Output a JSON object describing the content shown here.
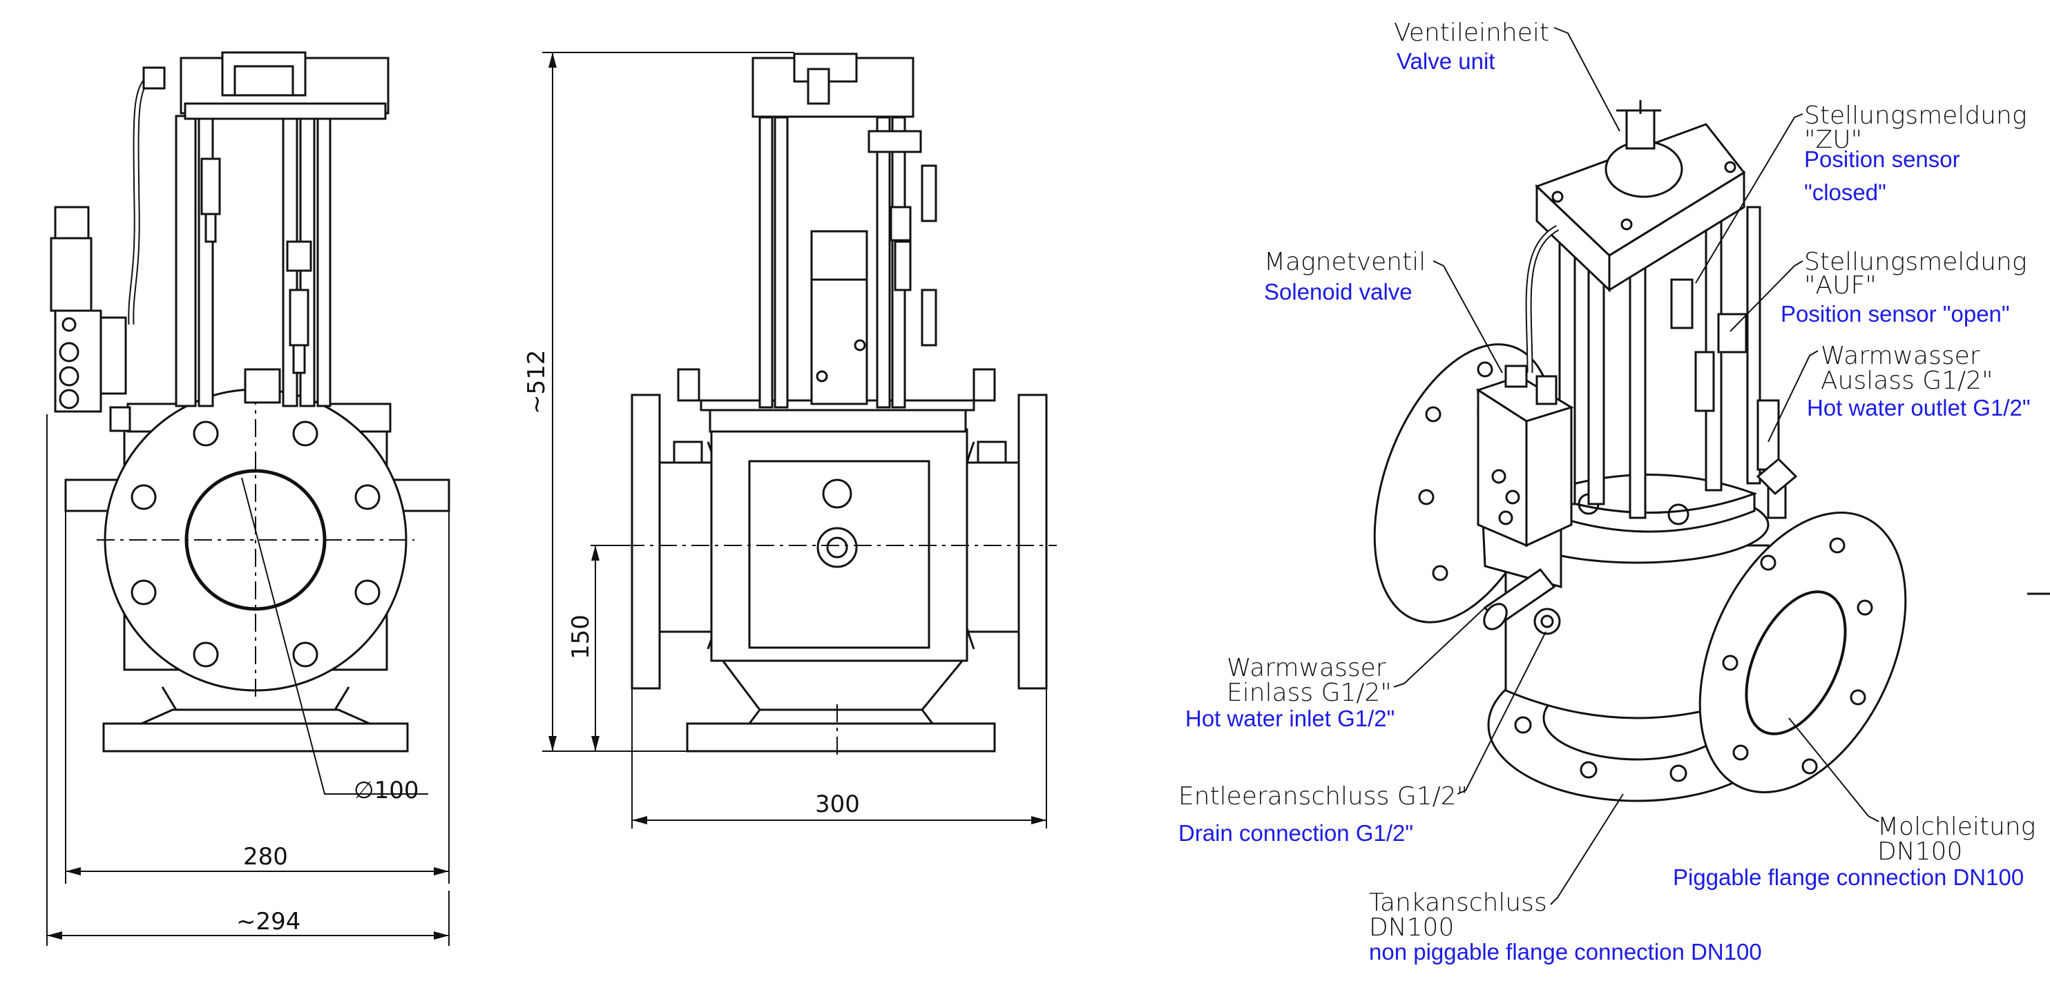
{
  "dimensions": {
    "diameter": "∅100",
    "flange_width": "280",
    "overall_width": "~294",
    "overall_height": "~512",
    "pipe_height": "150",
    "face_to_face": "300"
  },
  "callouts": {
    "valve_unit": {
      "de": "Ventileinheit",
      "en": "Valve unit"
    },
    "position_closed": {
      "de_1": "Stellungsmeldung",
      "de_2": "\"ZU\"",
      "en_1": "Position sensor",
      "en_2": "\"closed\""
    },
    "solenoid": {
      "de": "Magnetventil",
      "en": "Solenoid valve"
    },
    "position_open": {
      "de_1": "Stellungsmeldung",
      "de_2": "\"AUF\"",
      "en": "Position sensor \"open\""
    },
    "hot_water_outlet": {
      "de_1": "Warmwasser",
      "de_2": "Auslass G1/2\"",
      "en": "Hot water outlet G1/2\""
    },
    "hot_water_inlet": {
      "de_1": "Warmwasser",
      "de_2": "Einlass G1/2\"",
      "en": "Hot water inlet G1/2\""
    },
    "drain": {
      "de": "Entleeranschluss G1/2\"",
      "en": "Drain connection G1/2\""
    },
    "pig_line": {
      "de_1": "Molchleitung",
      "de_2": "DN100",
      "en": "Piggable flange connection DN100"
    },
    "tank": {
      "de_1": "Tankanschluss",
      "de_2": "DN100",
      "en": "non piggable flange connection DN100"
    }
  }
}
